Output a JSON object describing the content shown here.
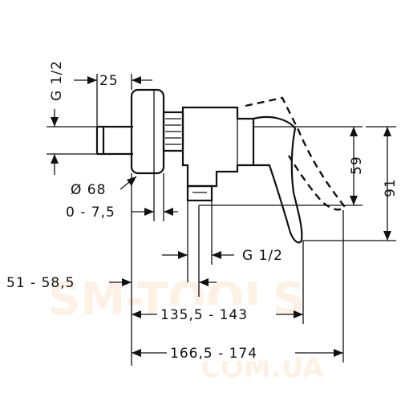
{
  "dimensions": {
    "thread_top": "G 1/2",
    "d25": "25",
    "diameter": "Ø 68",
    "range_0_7_5": "0 - 7,5",
    "d59": "59",
    "d91": "91",
    "thread_bottom": "G 1/2",
    "d51_58_5": "51 - 58,5",
    "d135_143": "135,5 - 143",
    "d166_174": "166,5 - 174"
  },
  "watermark": {
    "line1": "SM-TOOLS",
    "line2": "COM.UA",
    "color": "#f2a25a"
  }
}
